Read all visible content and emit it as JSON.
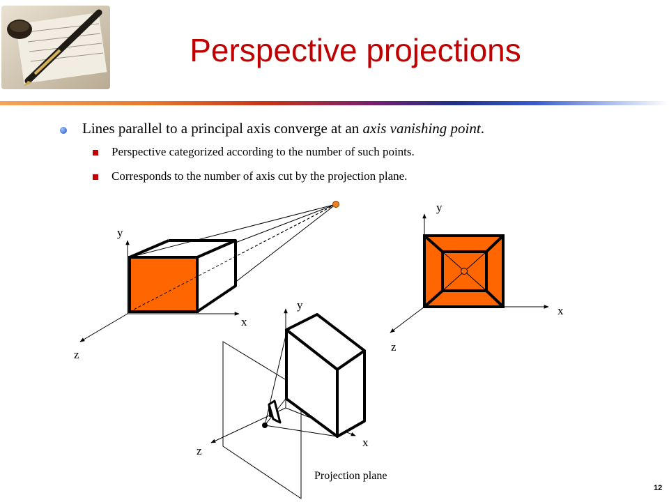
{
  "slide": {
    "title": "Perspective projections",
    "page_number": "12"
  },
  "bullets": {
    "main_before": "Lines parallel to a principal axis converge at an ",
    "main_emphasis": "axis vanishing point",
    "main_after": ".",
    "sub": [
      "Perspective categorized according to the number of such points.",
      "Corresponds to the number of axis cut by the projection plane."
    ]
  },
  "diagram_one": {
    "axis_y": "y",
    "axis_x": "x",
    "axis_z": "z"
  },
  "diagram_two": {
    "axis_y": "y",
    "axis_x": "x",
    "axis_z": "z",
    "caption": "Projection plane"
  },
  "diagram_three": {
    "axis_y": "y",
    "axis_x": "x",
    "axis_z": "z"
  },
  "colors": {
    "title": "#c00000",
    "face_fill": "#ff6600",
    "bullet_square": "#c00000",
    "bullet_dot": "#1f4fb6"
  }
}
